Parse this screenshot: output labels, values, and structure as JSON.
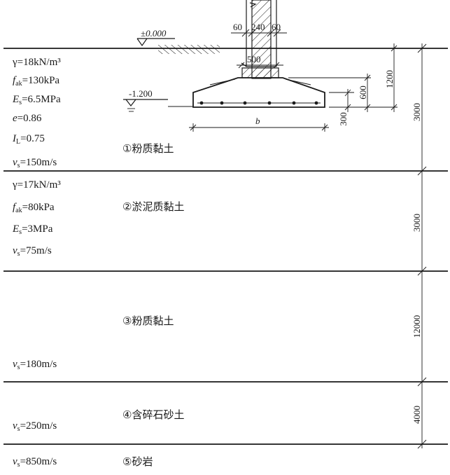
{
  "levels": {
    "ground": "±0.000",
    "water": "-1.200"
  },
  "footing": {
    "wall_dims": [
      "60",
      "240",
      "60"
    ],
    "cap_width": "500",
    "width_label": "b",
    "dim_1200": "1200",
    "dim_600": "600",
    "dim_300": "300"
  },
  "layers": [
    {
      "name": "①粉质黏土",
      "thickness": "3000",
      "props": {
        "gamma": "γ=18kN/m³",
        "fak": "=130kPa",
        "es": "=6.5MPa",
        "e": "=0.86",
        "il": "=0.75",
        "vs": "=150m/s"
      }
    },
    {
      "name": "②淤泥质黏土",
      "thickness": "3000",
      "props": {
        "gamma": "γ=17kN/m³",
        "fak": "=80kPa",
        "es": "=3MPa",
        "vs": "=75m/s"
      }
    },
    {
      "name": "③粉质黏土",
      "thickness": "12000",
      "props": {
        "vs": "=180m/s"
      }
    },
    {
      "name": "④含碎石砂土",
      "thickness": "4000",
      "props": {
        "vs": "=250m/s"
      }
    },
    {
      "name": "⑤砂岩",
      "props": {
        "vs": "=850m/s"
      }
    }
  ],
  "symbols": {
    "f": "f",
    "ak": "ak",
    "E": "E",
    "s": "s",
    "e": "e",
    "I": "I",
    "L": "L",
    "v": "v"
  }
}
